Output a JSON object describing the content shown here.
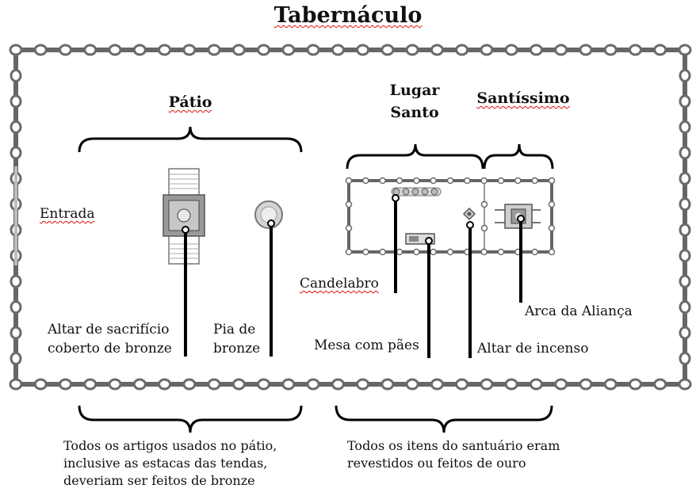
{
  "title": "Tabernáculo",
  "sections": {
    "patio": "Pátio",
    "lugar_santo": "Lugar Santo",
    "santissimo": "Santíssimo"
  },
  "labels": {
    "entrada": "Entrada",
    "altar_sacrificio": "Altar de sacrifício coberto de bronze",
    "pia": "Pia de bronze",
    "candelabro": "Candelabro",
    "mesa": "Mesa com pães",
    "altar_incenso": "Altar de incenso",
    "arca": "Arca da Aliança"
  },
  "captions": {
    "bronze": "Todos os artigos usados no pátio, inclusive as estacas das tendas, deveriam ser feitos de bronze",
    "ouro": "Todos os itens do santuário eram revestidos ou feitos de ouro"
  },
  "colors": {
    "fence": "#6b6b6b",
    "ring": "#ffffff",
    "line": "#000000"
  }
}
